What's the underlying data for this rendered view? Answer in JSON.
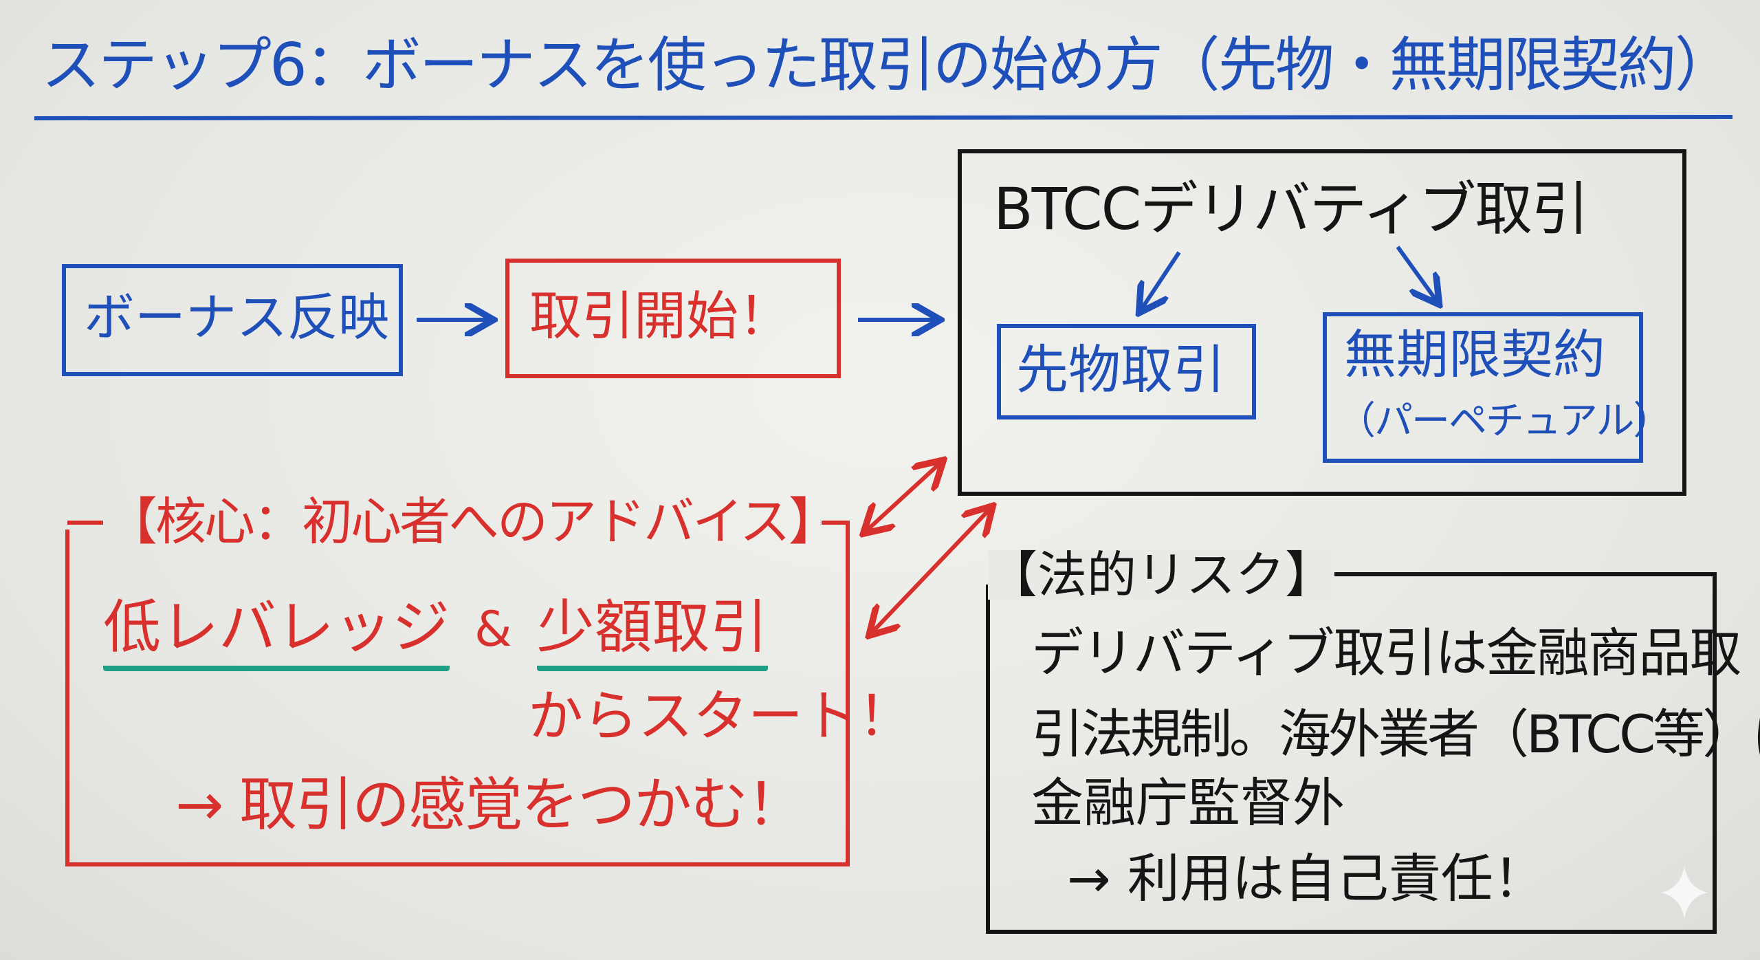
{
  "title": "ステップ6：ボーナスを使った取引の始め方（先物・無期限契約）",
  "flow": {
    "step1": "ボーナス反映",
    "step2": "取引開始！"
  },
  "derivatives": {
    "heading": "BTCCデリバティブ取引",
    "futures": "先物取引",
    "perpetual": "無期限契約",
    "perpetual_sub": "（パーペチュアル）"
  },
  "advice": {
    "heading": "【核心：初心者へのアドバイス】",
    "point1": "低レバレッジ",
    "amp": "&",
    "point2": "少額取引",
    "start": "からスタート！",
    "result": "→ 取引の感覚をつかむ！"
  },
  "legal": {
    "heading": "【法的リスク】",
    "line1": "デリバティブ取引は金融商品取",
    "line2": "引法規制。海外業者（BTCC等）は",
    "line3": "金融庁監督外",
    "line4": "→ 利用は自己責任！"
  },
  "colors": {
    "blue": "#1f4fb8",
    "red": "#d8302c",
    "black": "#151515",
    "green": "#1fa086"
  }
}
